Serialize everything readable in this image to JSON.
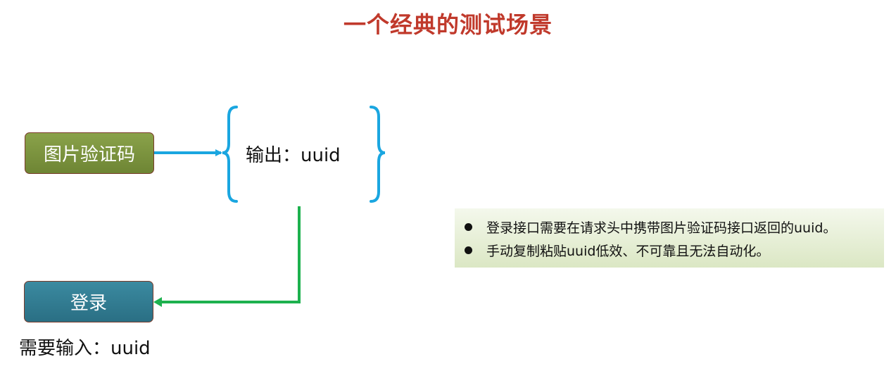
{
  "title": "一个经典的测试场景",
  "captcha_box": {
    "label": "图片验证码"
  },
  "output": {
    "label": "输出：uuid"
  },
  "login_box": {
    "label": "登录"
  },
  "input": {
    "label": "需要输入：uuid"
  },
  "notes": [
    "登录接口需要在请求头中携带图片验证码接口返回的uuid。",
    "手动复制粘贴uuid低效、不可靠且无法自动化。"
  ],
  "colors": {
    "title": "#c0392b",
    "captcha_box": "#7b9440",
    "login_box": "#327d93",
    "blue_arrow": "#1aa6e0",
    "green_arrow": "#1db14e"
  }
}
